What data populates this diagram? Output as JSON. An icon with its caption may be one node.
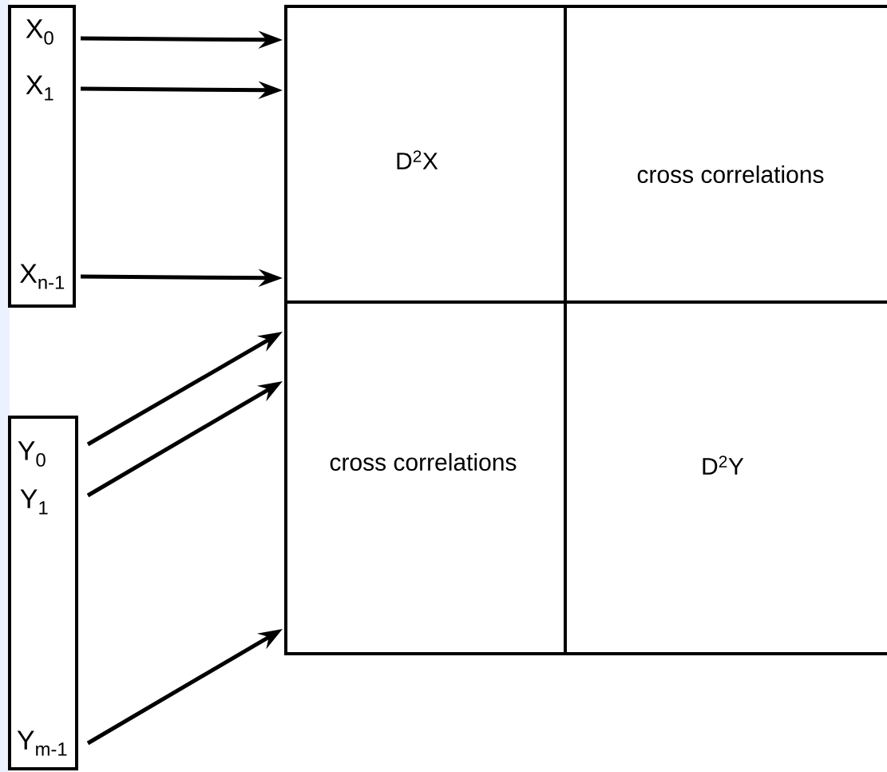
{
  "diagram": {
    "nodes": [
      {
        "text": [],
        "shape": "box"
      },
      {
        "text": [
          "X$_{0}$"
        ],
        "in": 0
      },
      {
        "text": [
          "X$_{1}$"
        ],
        "in": 0
      },
      {
        "text": [
          "X$_{n-1}$"
        ],
        "in": 0
      },
      {
        "text": [],
        "shape": "box"
      },
      {
        "text": [
          "Y$_{0}$"
        ],
        "in": 4
      },
      {
        "text": [
          "Y$_{1}$"
        ],
        "in": 4
      },
      {
        "text": [
          "Y$_{m-1}$"
        ],
        "in": 4
      },
      {
        "text": [
          "D$^{2}$X"
        ]
      },
      {
        "text": [
          "cross correlations"
        ]
      },
      {
        "text": [
          "cross correlations"
        ]
      },
      {
        "text": [
          "D$^{2}$Y"
        ]
      }
    ],
    "edges": [
      {
        "from": 1,
        "to": 8,
        "arrow": "to"
      },
      {
        "from": 2,
        "to": 8,
        "arrow": "to"
      },
      {
        "from": 3,
        "to": 8,
        "arrow": "to"
      },
      {
        "from": 5,
        "to": 10,
        "arrow": "to"
      },
      {
        "from": 6,
        "to": 10,
        "arrow": "to"
      },
      {
        "from": 7,
        "to": 10,
        "arrow": "to"
      }
    ]
  }
}
